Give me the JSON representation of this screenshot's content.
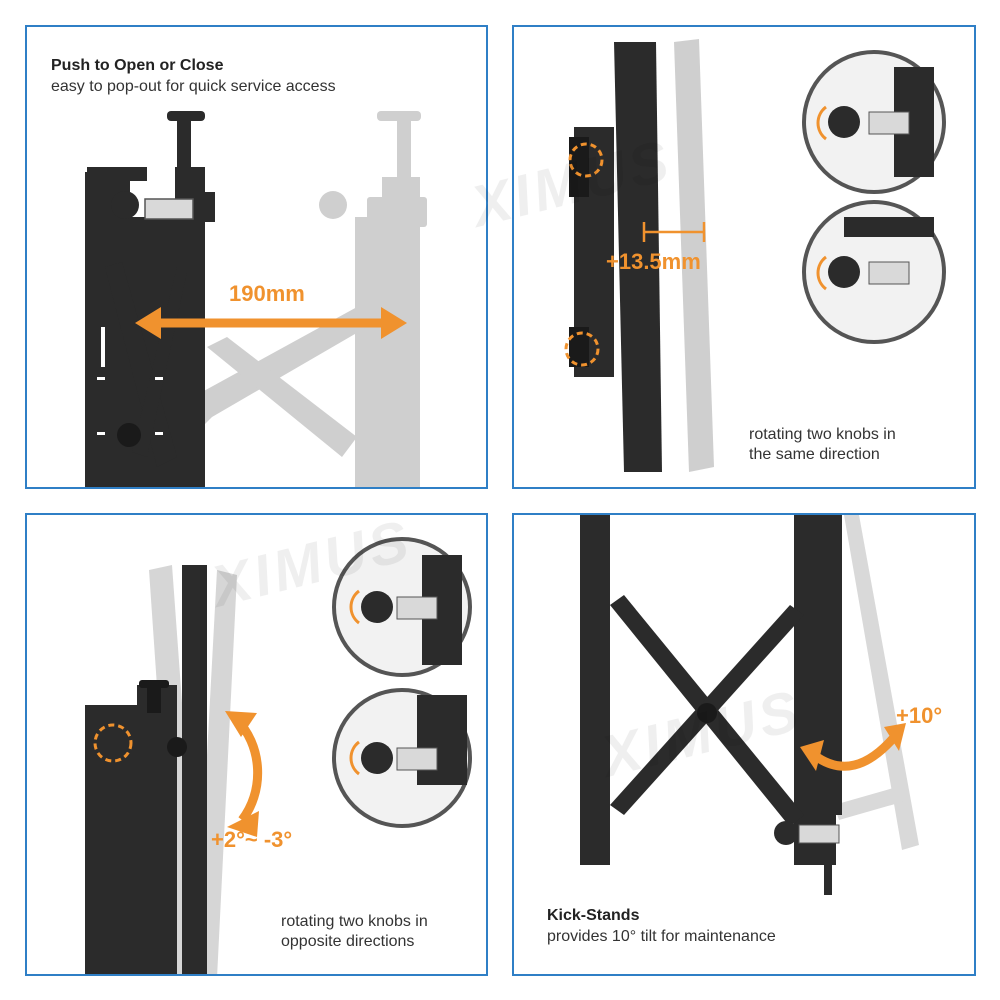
{
  "panels": {
    "push": {
      "title": "Push to Open or Close",
      "description": "easy to pop-out for quick service access",
      "measure": "190mm"
    },
    "depth": {
      "measure": "+13.5mm",
      "description_line1": "rotating two knobs in",
      "description_line2": "the same direction"
    },
    "tilt": {
      "measure": "+2°~ -3°",
      "description_line1": "rotating two knobs in",
      "description_line2": "opposite directions"
    },
    "kickstand": {
      "title": "Kick-Stands",
      "description": "provides 10° tilt for maintenance",
      "measure": "+10°"
    }
  },
  "watermark": "XIMUS",
  "colors": {
    "border": "#2f7fc6",
    "accent": "#f0922e",
    "bracket": "#2b2b2b",
    "ghost": "#cfcfcf"
  }
}
